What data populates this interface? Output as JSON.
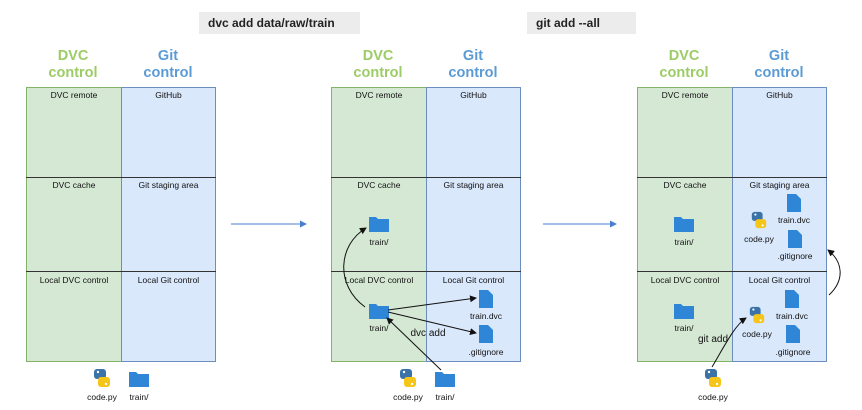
{
  "commands": {
    "dvc_add": "dvc add data/raw/train",
    "git_add": "git add --all"
  },
  "headers": {
    "dvc": "DVC\ncontrol",
    "git": "Git\ncontrol"
  },
  "rows": {
    "dvc_remote": "DVC remote",
    "github": "GitHub",
    "dvc_cache": "DVC cache",
    "git_staging": "Git staging area",
    "local_dvc": "Local DVC control",
    "local_git": "Local Git control"
  },
  "files": {
    "train_dir": "train/",
    "train_dvc": "train.dvc",
    "gitignore": ".gitignore",
    "code_py": "code.py"
  },
  "arrows": {
    "dvc_add": "dvc add",
    "git_add": "git add"
  },
  "colors": {
    "dvc_fill": "#d5e8d4",
    "git_fill": "#dae8fc",
    "dvc_header": "#9ccc65",
    "git_header": "#5b9bd5",
    "arrow_blue": "#4a7fd0"
  }
}
